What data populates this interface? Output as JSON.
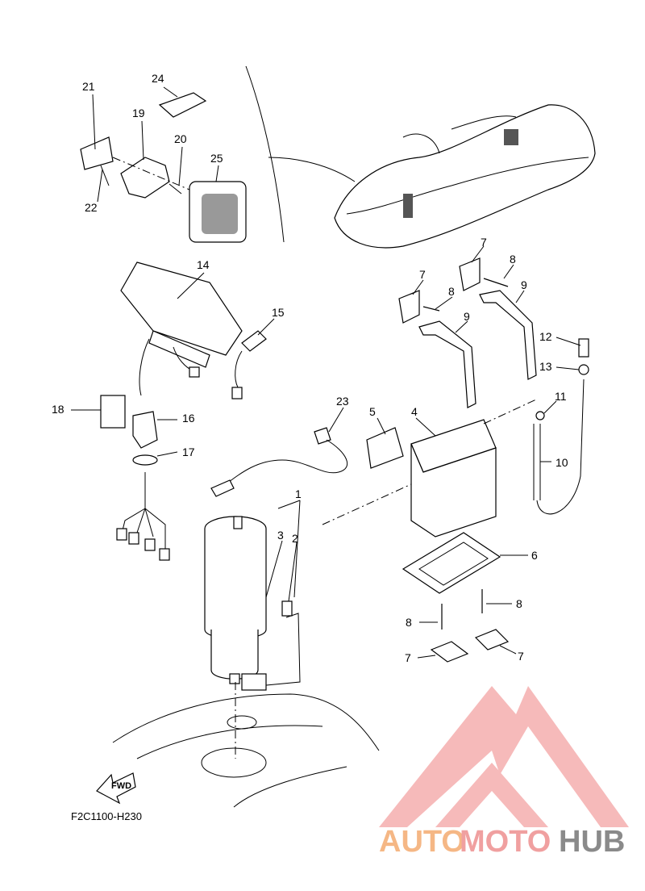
{
  "diagram": {
    "code": "F2C1100-H230",
    "fwd_label": "FWD",
    "callouts": [
      "1",
      "2",
      "3",
      "4",
      "5",
      "6",
      "7",
      "7",
      "7",
      "7",
      "8",
      "8",
      "8",
      "8",
      "9",
      "9",
      "10",
      "11",
      "12",
      "13",
      "14",
      "15",
      "16",
      "17",
      "18",
      "19",
      "20",
      "21",
      "22",
      "23",
      "24",
      "25"
    ]
  },
  "watermark": {
    "part1": "AUTO",
    "part2": "MOTO",
    "part3": "HUB",
    "colors": {
      "orange": "#f5b785",
      "red": "#f0a0a0",
      "gray": "#8a8a8a"
    }
  }
}
